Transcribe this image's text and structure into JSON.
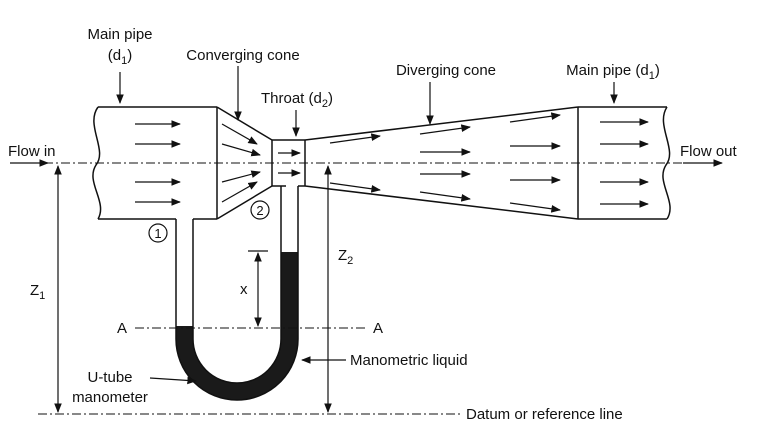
{
  "labels": {
    "main_pipe_left_line1": "Main pipe",
    "main_pipe_left_line2": "(d",
    "main_pipe_left_sub": "1",
    "main_pipe_left_close": ")",
    "converging_cone": "Converging cone",
    "throat": "Throat (d",
    "throat_sub": "2",
    "throat_close": ")",
    "diverging_cone": "Diverging cone",
    "main_pipe_right": "Main pipe (d",
    "main_pipe_right_sub": "1",
    "main_pipe_right_close": ")",
    "flow_in": "Flow in",
    "flow_out": "Flow out",
    "section_1": "1",
    "section_2": "2",
    "z1": "Z",
    "z1_sub": "1",
    "z2": "Z",
    "z2_sub": "2",
    "x": "x",
    "a_left": "A",
    "a_right": "A",
    "manometric_liquid": "Manometric liquid",
    "u_tube_line1": "U-tube",
    "u_tube_line2": "manometer",
    "datum": "Datum or reference line"
  },
  "colors": {
    "ink": "#111111",
    "manometric_liquid": "#1a1a1a",
    "background": "#ffffff"
  }
}
